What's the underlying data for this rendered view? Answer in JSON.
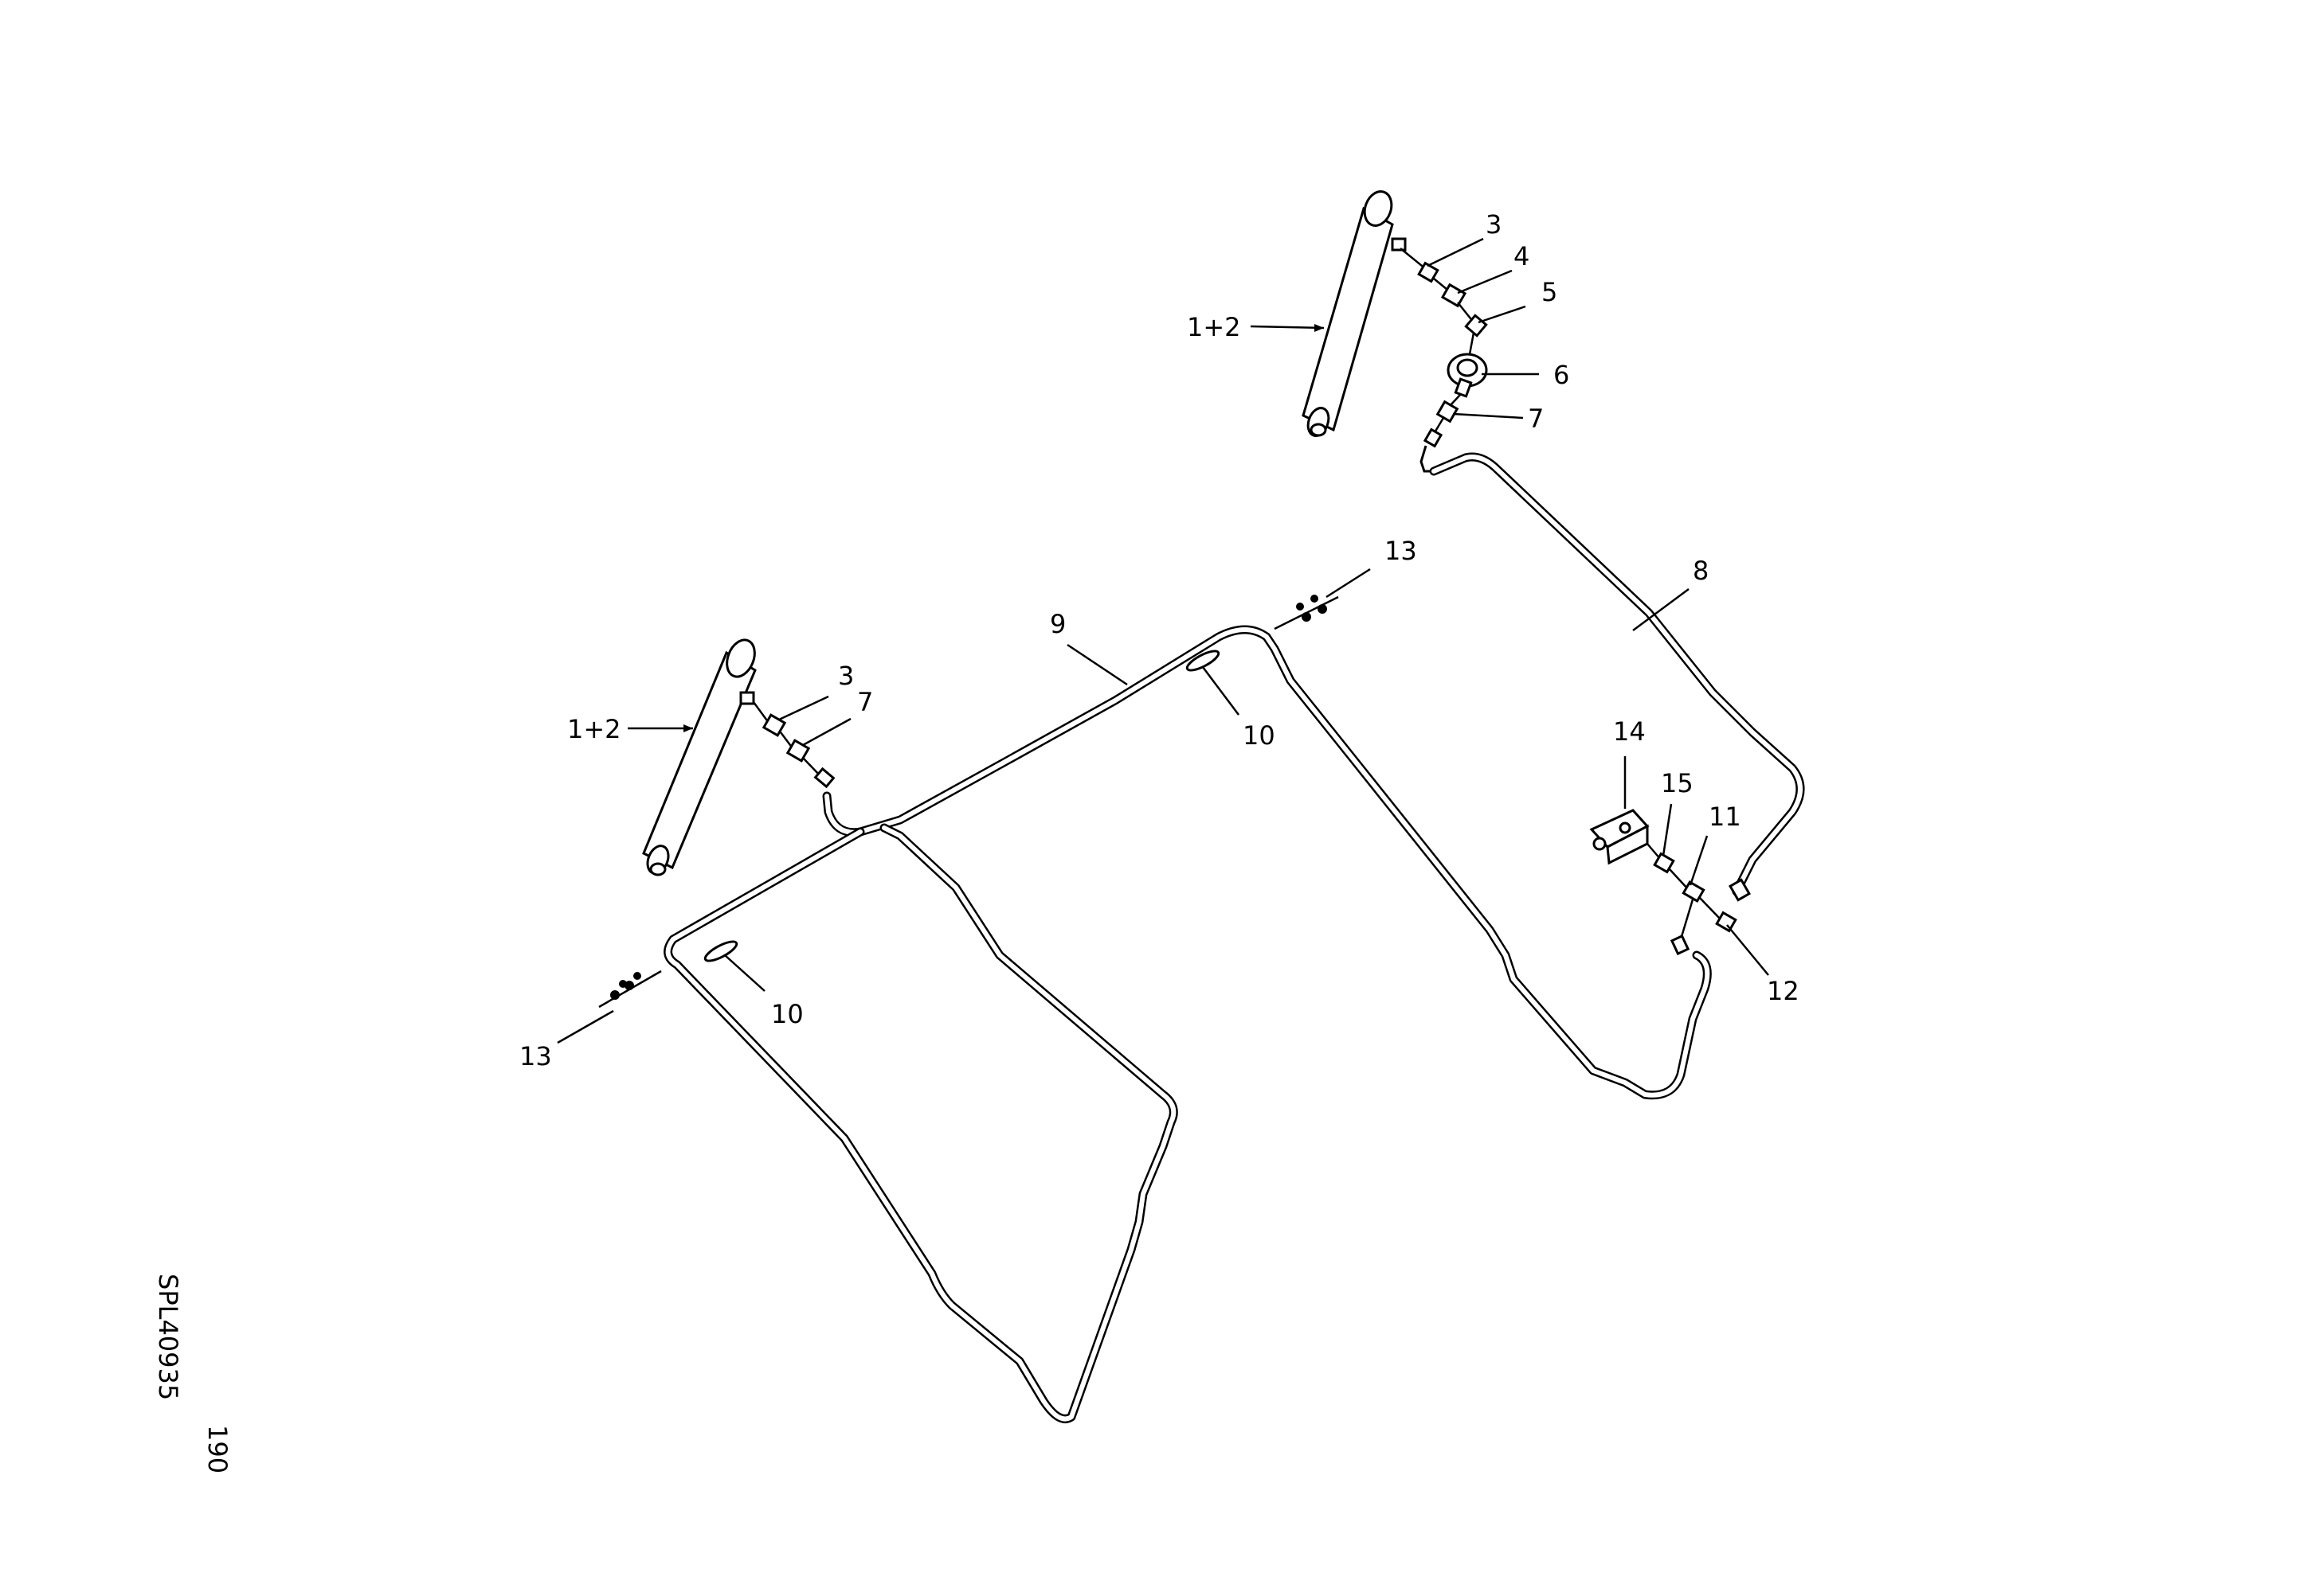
{
  "callouts": {
    "top_cylinder": "1+2",
    "left_cylinder": "1+2",
    "top_3": "3",
    "top_4": "4",
    "top_5": "5",
    "top_6": "6",
    "top_7": "7",
    "pipe_8": "8",
    "pipe_9": "9",
    "top_10": "10",
    "left_10": "10",
    "top_13": "13",
    "left_13": "13",
    "left_3": "3",
    "left_7": "7",
    "valve_14": "14",
    "valve_15": "15",
    "valve_11": "11",
    "valve_12": "12"
  },
  "reference": {
    "code": "SPL40935",
    "page": "190"
  }
}
